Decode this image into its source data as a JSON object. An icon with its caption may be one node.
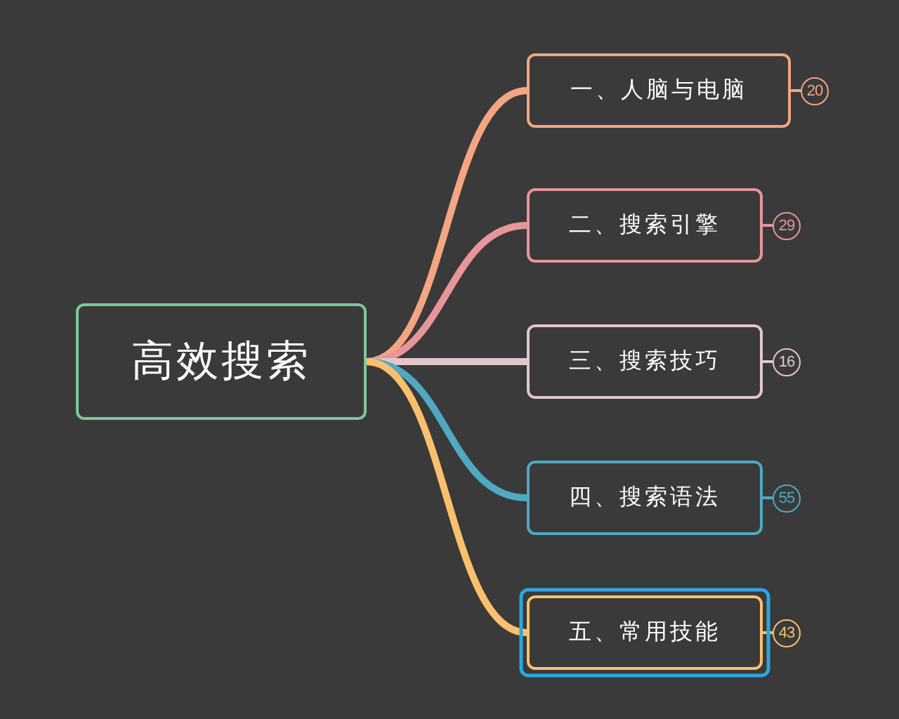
{
  "diagram": {
    "nodes": [
      {
        "text": [
          "高效搜索"
        ]
      },
      {
        "text": [
          "一、人脑与电脑"
        ],
        "beside": [
          "20"
        ]
      },
      {
        "text": [
          "二、搜索引擎"
        ],
        "beside": [
          "29"
        ]
      },
      {
        "text": [
          "三、搜索技巧"
        ],
        "beside": [
          "16"
        ]
      },
      {
        "text": [
          "四、搜索语法"
        ],
        "beside": [
          "55"
        ]
      },
      {
        "text": [
          "五、常用技能"
        ],
        "beside": [
          "43"
        ]
      }
    ],
    "edges": [
      {
        "from": 0,
        "to": 1,
        "arrow": "none",
        "color": "#f4a582"
      },
      {
        "from": 0,
        "to": 2,
        "arrow": "none",
        "color": "#e8959a"
      },
      {
        "from": 0,
        "to": 3,
        "arrow": "none",
        "color": "#e2c6ca"
      },
      {
        "from": 0,
        "to": 4,
        "arrow": "none",
        "color": "#4fa9c2"
      },
      {
        "from": 0,
        "to": 5,
        "arrow": "none",
        "color": "#fbc06d"
      }
    ]
  }
}
